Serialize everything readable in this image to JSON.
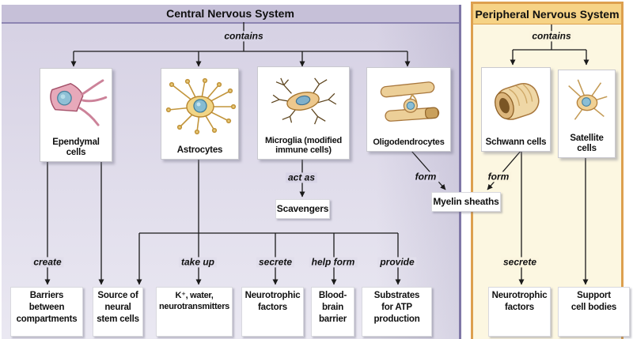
{
  "palette": {
    "cns-header-bg": "#c6c0d8",
    "cns-header-line": "#8d85b2",
    "cns-body-top": "#d5d0e3",
    "cns-body-bottom": "#eae8f2",
    "cns-border": "#7f77a6",
    "cns-mask": "#e1deeb",
    "cns-mask-upper": "#d8d4e6",
    "pns-header-bg": "#f6d386",
    "pns-border": "#dda04f",
    "pns-body": "#fcf7e1",
    "pns-mask": "#fbf5df",
    "line-color": "#1a1a1a",
    "text-color": "#101010"
  },
  "cns": {
    "title": "Central Nervous System",
    "contains": "contains",
    "cells": {
      "ependymal": "Ependymal\ncells",
      "astrocytes": "Astrocytes",
      "microglia": "Microglia (modified\nimmune cells)",
      "oligodendrocytes": "Oligodendrocytes"
    },
    "verbs": {
      "create": "create",
      "act_as": "act as",
      "form": "form",
      "take_up": "take up",
      "secrete": "secrete",
      "help_form": "help form",
      "provide": "provide"
    },
    "results": {
      "scavengers": "Scavengers",
      "barriers": "Barriers\nbetween\ncompartments",
      "stem_cells": "Source of\nneural\nstem cells",
      "k_water": "K⁺, water,\nneurotransmitters",
      "neurotrophic": "Neurotrophic\nfactors",
      "bbb": "Blood-\nbrain\nbarrier",
      "atp": "Substrates\nfor ATP\nproduction"
    }
  },
  "shared": {
    "myelin": "Myelin sheaths"
  },
  "pns": {
    "title": "Peripheral Nervous System",
    "contains": "contains",
    "cells": {
      "schwann": "Schwann cells",
      "satellite": "Satellite\ncells"
    },
    "verbs": {
      "form": "form",
      "secrete": "secrete"
    },
    "results": {
      "neurotrophic": "Neurotrophic\nfactors",
      "support": "Support\ncell bodies"
    }
  }
}
